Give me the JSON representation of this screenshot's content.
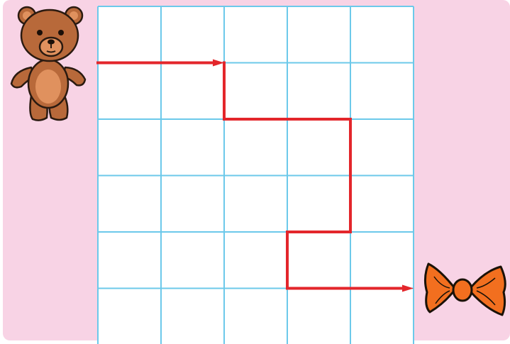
{
  "colors": {
    "background": "#f8d3e5",
    "grid_fill": "#ffffff",
    "grid_line": "#6cc9ea",
    "path": "#e3262b",
    "bear_fur": "#b8693a",
    "bear_light": "#e0915e",
    "bow": "#f26f1f"
  },
  "grid": {
    "columns": 5,
    "rows": 6
  },
  "path": {
    "vertices": [
      [
        0,
        1
      ],
      [
        2,
        1
      ],
      [
        2,
        2
      ],
      [
        4,
        2
      ],
      [
        4,
        4
      ],
      [
        3,
        4
      ],
      [
        3,
        5
      ],
      [
        5,
        5
      ]
    ],
    "arrow_at_vertex": [
      1,
      7
    ]
  },
  "icons": {
    "start": "teddy-bear-icon",
    "goal": "bow-tie-icon"
  }
}
